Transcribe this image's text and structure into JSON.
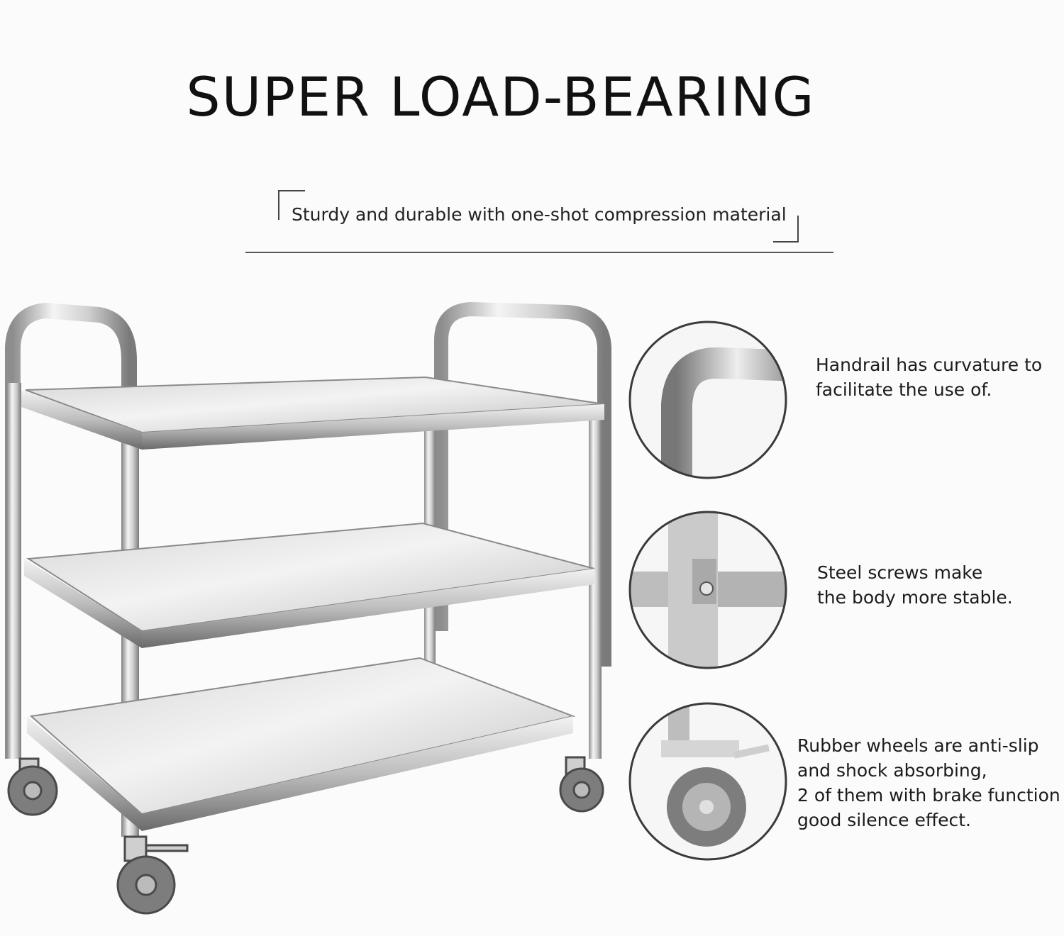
{
  "headline": "SUPER LOAD-BEARING",
  "subtitle": "Sturdy and durable with one-shot compression material",
  "features": [
    {
      "icon": "handrail-closeup-icon",
      "lines": [
        "Handrail has curvature to",
        "facilitate the use of."
      ]
    },
    {
      "icon": "steel-screw-closeup-icon",
      "lines": [
        "Steel screws make",
        "the body more stable."
      ]
    },
    {
      "icon": "rubber-wheel-closeup-icon",
      "lines": [
        "Rubber wheels are anti-slip",
        "and shock absorbing,",
        "2 of them with brake function",
        "good silence effect."
      ]
    }
  ],
  "colors": {
    "background": "#fbfbfb",
    "steel": "#b8b8b8",
    "steel_dark": "#6f6f6f",
    "wheel": "#7d7d7d"
  }
}
